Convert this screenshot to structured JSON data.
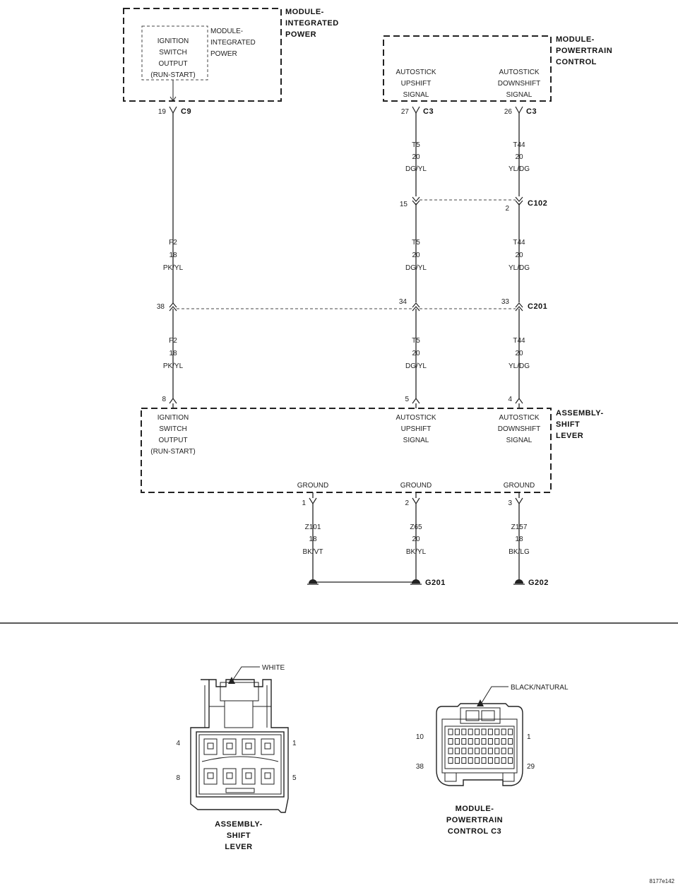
{
  "modules": {
    "ipm": {
      "name_line1": "MODULE-",
      "name_line2": "INTEGRATED",
      "name_line3": "POWER",
      "inner_label": [
        "MODULE-",
        "INTEGRATED",
        "POWER"
      ],
      "circuit_label": [
        "IGNITION",
        "SWITCH",
        "OUTPUT",
        "(RUN-START)"
      ]
    },
    "pcm": {
      "name_line1": "MODULE-",
      "name_line2": "POWERTRAIN",
      "name_line3": "CONTROL",
      "upshift_label": [
        "AUTOSTICK",
        "UPSHIFT",
        "SIGNAL"
      ],
      "downshift_label": [
        "AUTOSTICK",
        "DOWNSHIFT",
        "SIGNAL"
      ]
    },
    "shift_lever": {
      "name_line1": "ASSEMBLY-",
      "name_line2": "SHIFT",
      "name_line3": "LEVER",
      "ignition_label": [
        "IGNITION",
        "SWITCH",
        "OUTPUT",
        "(RUN-START)"
      ],
      "upshift_label": [
        "AUTOSTICK",
        "UPSHIFT",
        "SIGNAL"
      ],
      "downshift_label": [
        "AUTOSTICK",
        "DOWNSHIFT",
        "SIGNAL"
      ],
      "ground_label": "GROUND"
    }
  },
  "connectors": {
    "c9": {
      "name": "C9",
      "pin": "19"
    },
    "c3_up": {
      "name": "C3",
      "pin": "27"
    },
    "c3_down": {
      "name": "C3",
      "pin": "26"
    },
    "c102": {
      "name": "C102",
      "pin_left": "15",
      "pin_right": "2"
    },
    "c201": {
      "name": "C201",
      "pin_left": "38",
      "pin_mid": "34",
      "pin_right": "33"
    },
    "lever_pins": {
      "ign": "8",
      "up": "5",
      "down": "4",
      "g1": "1",
      "g2": "2",
      "g3": "3"
    }
  },
  "wires": {
    "f2_upper": [
      "F2",
      "18",
      "PK/YL"
    ],
    "f2_lower": [
      "F2",
      "18",
      "PK/YL"
    ],
    "t5_a": [
      "T5",
      "20",
      "DG/YL"
    ],
    "t5_b": [
      "T5",
      "20",
      "DG/YL"
    ],
    "t5_c": [
      "T5",
      "20",
      "DG/YL"
    ],
    "t44_a": [
      "T44",
      "20",
      "YL/DG"
    ],
    "t44_b": [
      "T44",
      "20",
      "YL/DG"
    ],
    "t44_c": [
      "T44",
      "20",
      "YL/DG"
    ],
    "z101": [
      "Z101",
      "18",
      "BK/VT"
    ],
    "z65": [
      "Z65",
      "20",
      "BK/YL"
    ],
    "z157": [
      "Z157",
      "18",
      "BK/LG"
    ]
  },
  "grounds": {
    "g201": "G201",
    "g202": "G202"
  },
  "connector_views": {
    "lever": {
      "color": "WHITE",
      "pin_tl": "4",
      "pin_tr": "1",
      "pin_bl": "8",
      "pin_br": "5",
      "caption": [
        "ASSEMBLY-",
        "SHIFT",
        "LEVER"
      ]
    },
    "pcm_c3": {
      "color": "BLACK/NATURAL",
      "pin_tl": "10",
      "pin_tr": "1",
      "pin_bl": "38",
      "pin_br": "29",
      "caption": [
        "MODULE-",
        "POWERTRAIN",
        "CONTROL C3"
      ]
    }
  },
  "figure_id": "8177e142"
}
